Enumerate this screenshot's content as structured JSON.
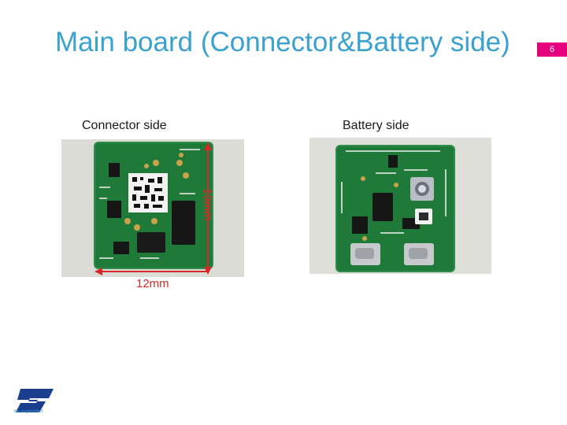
{
  "title": "Main board (Connector&Battery side)",
  "page_number": "6",
  "left_panel": {
    "caption": "Connector side",
    "width_label": "12mm",
    "height_label": "13mm"
  },
  "right_panel": {
    "caption": "Battery side"
  },
  "footer": {
    "logo": "st-logo",
    "tagline": "life.augmented"
  },
  "colors": {
    "title": "#3ba1d1",
    "badge": "#e4007c",
    "dimension": "#d62a2a",
    "pcb": "#1f7a3a"
  }
}
